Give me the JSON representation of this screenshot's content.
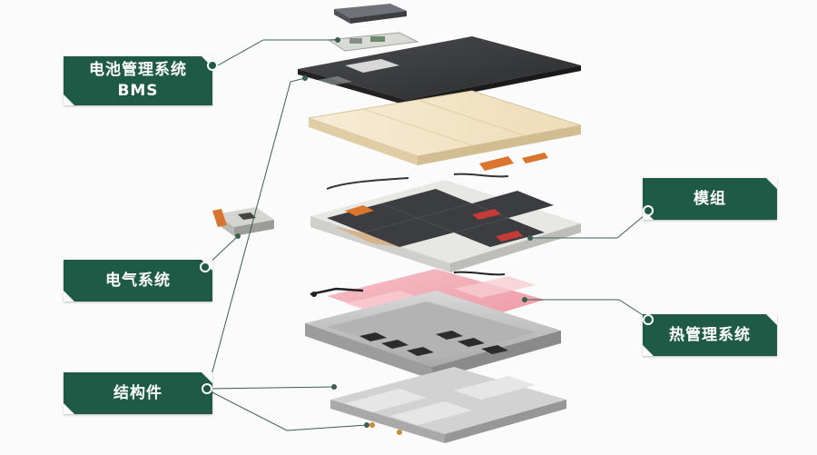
{
  "labels": {
    "bms_line1": "电池管理系统",
    "bms_line2": "BMS",
    "electrical": "电气系统",
    "structure": "结构件",
    "module": "模组",
    "thermal": "热管理系统"
  },
  "colors": {
    "label_bg": "#1e5a46",
    "label_text": "#ffffff",
    "leader_line": "#3a5f52",
    "cell_top": "#3b3d40",
    "thermal_pink": "#f2aab4",
    "pad_beige": "#f3e4c9",
    "tray_gray": "#c9c9c9",
    "connector_orange": "#d9752e"
  }
}
